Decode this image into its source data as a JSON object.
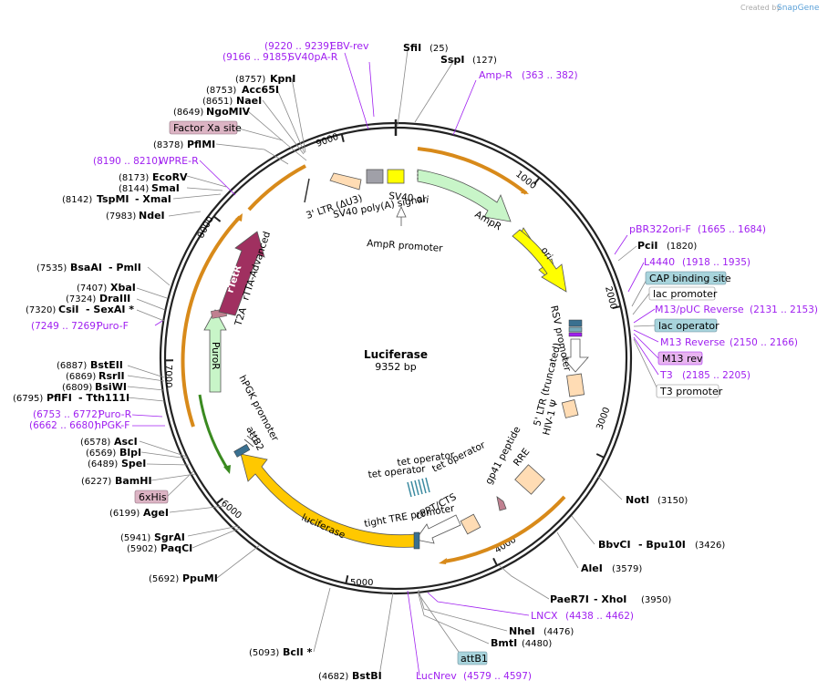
{
  "credit": "Created by",
  "brand": "SnapGene",
  "plasmid": {
    "name": "Luciferase",
    "size": "9352 bp"
  },
  "ticks": [
    "1000",
    "2000",
    "3000",
    "4000",
    "5000",
    "6000",
    "7000",
    "8000",
    "9000"
  ],
  "enzymes": [
    {
      "name": "SfiI",
      "pos": "(25)"
    },
    {
      "name": "SspI",
      "pos": "(127)"
    },
    {
      "name": "PciI",
      "pos": "(1820)"
    },
    {
      "name": "NotI",
      "pos": "(3150)"
    },
    {
      "name": "BbvCI",
      "name2": "- Bpu10I",
      "pos": "(3426)"
    },
    {
      "name": "AleI",
      "pos": "(3579)"
    },
    {
      "name": "PaeR7I",
      "name2": "- XhoI",
      "pos": "(3950)"
    },
    {
      "name": "NheI",
      "pos": "(4476)"
    },
    {
      "name": "BmtI",
      "pos": "(4480)"
    },
    {
      "name": "BstBI",
      "pos": "(4682)"
    },
    {
      "name": "BclI *",
      "pos": "(5093)"
    },
    {
      "name": "PpuMI",
      "pos": "(5692)"
    },
    {
      "name": "PaqCI",
      "pos": "(5902)"
    },
    {
      "name": "SgrAI",
      "pos": "(5941)"
    },
    {
      "name": "AgeI",
      "pos": "(6199)"
    },
    {
      "name": "BamHI",
      "pos": "(6227)"
    },
    {
      "name": "SpeI",
      "pos": "(6489)"
    },
    {
      "name": "BlpI",
      "pos": "(6569)"
    },
    {
      "name": "AscI",
      "pos": "(6578)"
    },
    {
      "name": "PflFI",
      "name2": "- Tth111I",
      "pos": "(6795)"
    },
    {
      "name": "BsiWI",
      "pos": "(6809)"
    },
    {
      "name": "RsrII",
      "pos": "(6869)"
    },
    {
      "name": "BstEII",
      "pos": "(6887)"
    },
    {
      "name": "CsiI",
      "name2": "- SexAI *",
      "pos": "(7320)"
    },
    {
      "name": "DraIII",
      "pos": "(7324)"
    },
    {
      "name": "XbaI",
      "pos": "(7407)"
    },
    {
      "name": "BsaAI",
      "name2": "- PmlI",
      "pos": "(7535)"
    },
    {
      "name": "NdeI",
      "pos": "(7983)"
    },
    {
      "name": "TspMI",
      "name2": "- XmaI",
      "pos": "(8142)"
    },
    {
      "name": "SmaI",
      "pos": "(8144)"
    },
    {
      "name": "EcoRV",
      "pos": "(8173)"
    },
    {
      "name": "PflMI",
      "pos": "(8378)"
    },
    {
      "name": "NgoMIV",
      "pos": "(8649)"
    },
    {
      "name": "NaeI",
      "pos": "(8651)"
    },
    {
      "name": "Acc65I",
      "pos": "(8753)"
    },
    {
      "name": "KpnI",
      "pos": "(8757)"
    }
  ],
  "primers": [
    {
      "name": "EBV-rev",
      "pos": "(9220 .. 9239)"
    },
    {
      "name": "SV40pA-R",
      "pos": "(9166 .. 9185)"
    },
    {
      "name": "Amp-R",
      "pos": "(363 .. 382)"
    },
    {
      "name": "pBR322ori-F",
      "pos": "(1665 .. 1684)"
    },
    {
      "name": "L4440",
      "pos": "(1918 .. 1935)"
    },
    {
      "name": "M13/pUC Reverse",
      "pos": "(2131 .. 2153)"
    },
    {
      "name": "M13 Reverse",
      "pos": "(2150 .. 2166)"
    },
    {
      "name": "T3",
      "pos": "(2185 .. 2205)"
    },
    {
      "name": "LNCX",
      "pos": "(4438 .. 4462)"
    },
    {
      "name": "LucNrev",
      "pos": "(4579 .. 4597)"
    },
    {
      "name": "WPRE-R",
      "pos": "(8190 .. 8210)"
    },
    {
      "name": "Puro-F",
      "pos": "(7249 .. 7269)"
    },
    {
      "name": "Puro-R",
      "pos": "(6753 .. 6772)"
    },
    {
      "name": "hPGK-F",
      "pos": "(6662 .. 6680)"
    }
  ],
  "boxes": [
    {
      "name": "CAP binding site",
      "fill": "#a8d4dc"
    },
    {
      "name": "lac promoter",
      "fill": "#ffffff"
    },
    {
      "name": "lac operator",
      "fill": "#a8d4dc"
    },
    {
      "name": "M13 rev",
      "fill": "#e8b4f0"
    },
    {
      "name": "T3 promoter",
      "fill": "#ffffff"
    },
    {
      "name": "Factor Xa site",
      "fill": "#dcb4c4"
    },
    {
      "name": "6xHis",
      "fill": "#dcb4c4"
    },
    {
      "name": "attB1",
      "fill": "#a8d4dc"
    }
  ],
  "features": {
    "ltr3": "3' LTR (ΔU3)",
    "sv40pa": "SV40 poly(A) signal",
    "sv40ori": "SV40 ori",
    "ampr": "AmpR",
    "ampr_promoter": "AmpR promoter",
    "ori": "ori",
    "rsv": "RSV promoter",
    "ltr5": "5' LTR (truncated)",
    "hiv": "HIV-1 Ψ",
    "rre": "RRE",
    "gp41": "gp41 peptide",
    "cppt": "cPPT/CTS",
    "tre": "tight TRE promoter",
    "tetop1": "tet operator",
    "tetop2": "tet operator",
    "tetop3": "tet operator",
    "luciferase": "luciferase",
    "attb2": "attB2",
    "hpgk": "hPGK promoter",
    "puror": "PuroR",
    "t2a": "T2A",
    "rtta": "rTTA-Advanced",
    "rtetr": "rTetR"
  },
  "colors": {
    "ampr": "#c8f5c8",
    "ori": "#ffff00",
    "luciferase": "#ffc800",
    "rtetr": "#a03060",
    "puror": "#c8f5c8",
    "ltr": "#ffdcb4",
    "orange_arc": "#d88a1a",
    "primer": "#a020f0"
  }
}
